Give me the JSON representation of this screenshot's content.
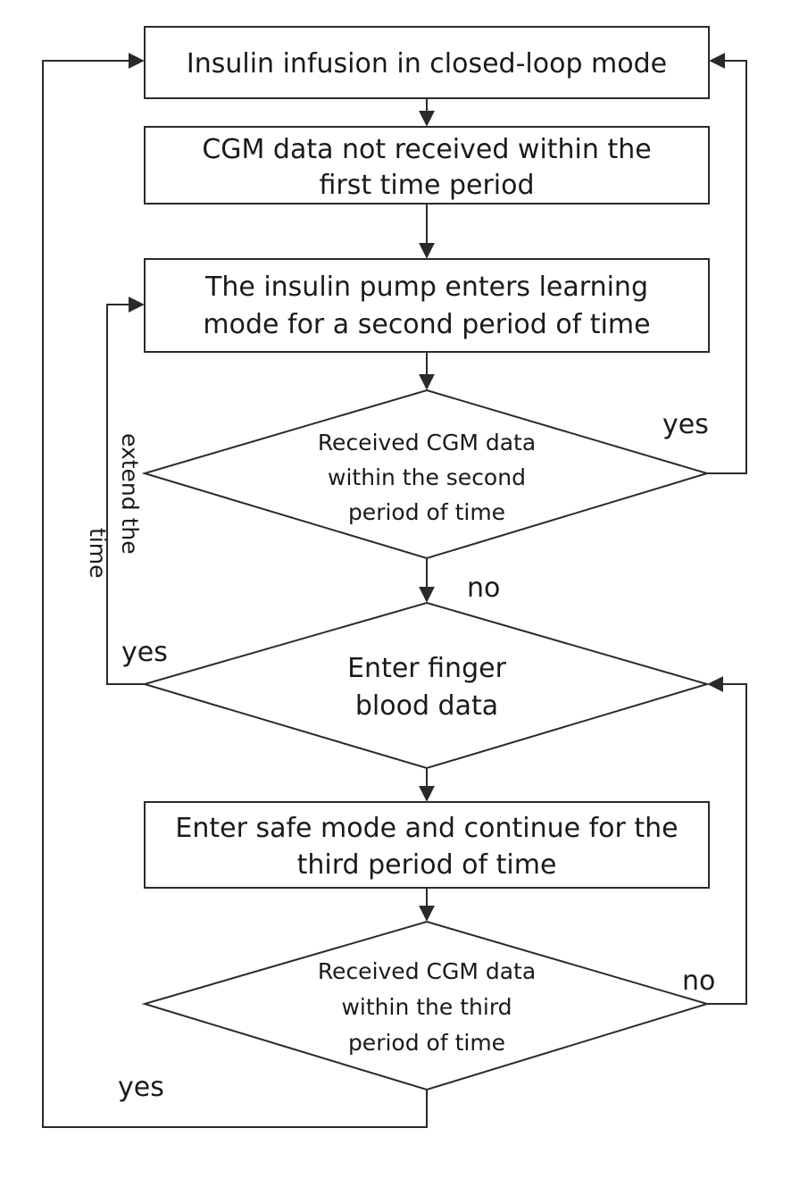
{
  "colors": {
    "stroke": "#2a2a2a",
    "text": "#1a1a1a",
    "background": "#ffffff"
  },
  "nodes": {
    "closed_loop": {
      "lines": [
        "Insulin infusion in closed-loop mode"
      ]
    },
    "cgm_not_received": {
      "lines": [
        "CGM data not received within the",
        "first time period"
      ]
    },
    "learning_mode": {
      "lines": [
        "The insulin pump enters learning",
        "mode for a second period of time"
      ]
    },
    "received_second": {
      "lines": [
        "Received CGM data",
        "within the second",
        "period of time"
      ]
    },
    "finger_blood": {
      "lines": [
        "Enter finger",
        "blood data"
      ]
    },
    "safe_mode": {
      "lines": [
        "Enter safe mode and continue for the",
        "third period of time"
      ]
    },
    "received_third": {
      "lines": [
        "Received CGM data",
        "within the third",
        "period of time"
      ]
    }
  },
  "edge_labels": {
    "yes_second": "yes",
    "no_second": "no",
    "yes_finger": "yes",
    "extend_line1": "extend the",
    "extend_line2": "time",
    "no_third": "no",
    "yes_third": "yes"
  }
}
